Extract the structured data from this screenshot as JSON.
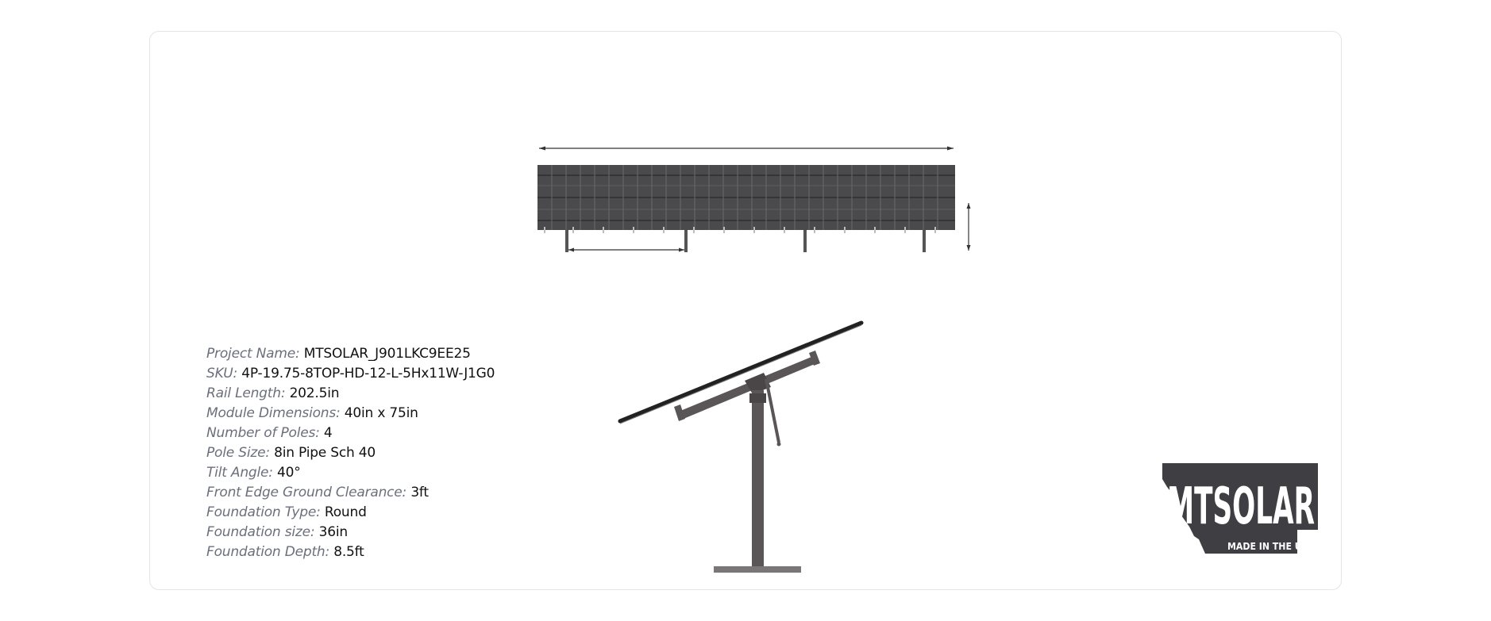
{
  "specs": [
    {
      "label": "Project Name:",
      "value": "MTSOLAR_J901LKC9EE25"
    },
    {
      "label": "SKU:",
      "value": "4P-19.75-8TOP-HD-12-L-5Hx11W-J1G0"
    },
    {
      "label": "Rail Length:",
      "value": "202.5in"
    },
    {
      "label": "Module Dimensions:",
      "value": "40in x 75in"
    },
    {
      "label": "Number of Poles:",
      "value": "4"
    },
    {
      "label": "Pole Size:",
      "value": "8in Pipe Sch 40"
    },
    {
      "label": "Tilt Angle:",
      "value": "40°"
    },
    {
      "label": "Front Edge Ground Clearance:",
      "value": "3ft"
    },
    {
      "label": "Foundation Type:",
      "value": "Round"
    },
    {
      "label": "Foundation size:",
      "value": "36in"
    },
    {
      "label": "Foundation Depth:",
      "value": "8.5ft"
    }
  ],
  "logo": {
    "brand": "MTSOLAR",
    "tagline": "MADE IN THE USA"
  },
  "colors": {
    "panel": "#4a4a4c",
    "frame": "#5a5556",
    "label": "#6b6f7b",
    "value": "#111111"
  }
}
